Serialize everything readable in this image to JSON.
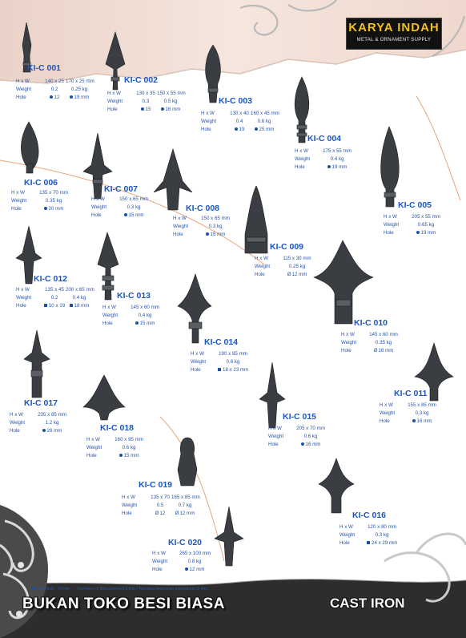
{
  "brand": {
    "name": "KARYA INDAH",
    "tagline": "METAL & ORNAMENT SUPPLY"
  },
  "labels": {
    "hw": "H x W",
    "weight": "Weight",
    "hole": "Hole"
  },
  "products": [
    {
      "code": "KI-C 001",
      "hw": [
        "140 x 25",
        "170 x 25 mm"
      ],
      "weight": [
        "0.2",
        "0.25 kg"
      ],
      "hole": [
        "12",
        "19 mm"
      ],
      "hole_type": "solid"
    },
    {
      "code": "KI-C 002",
      "hw": [
        "130 x 35",
        "150 x 55 mm"
      ],
      "weight": [
        "0.3",
        "0.5 kg"
      ],
      "hole": [
        "15",
        "16 mm"
      ],
      "hole_type": "solid"
    },
    {
      "code": "KI-C 003",
      "hw": [
        "130 x 40",
        "160 x 45 mm"
      ],
      "weight": [
        "0.4",
        "0.6 kg"
      ],
      "hole": [
        "19",
        "25 mm"
      ],
      "hole_type": "solid"
    },
    {
      "code": "KI-C 004",
      "hw": [
        "175 x 55 mm"
      ],
      "weight": [
        "0.4 kg"
      ],
      "hole": [
        "19 mm"
      ],
      "hole_type": "solid"
    },
    {
      "code": "KI-C 005",
      "hw": [
        "205 x 55 mm"
      ],
      "weight": [
        "0.65 kg"
      ],
      "hole": [
        "19 mm"
      ],
      "hole_type": "solid"
    },
    {
      "code": "KI-C 006",
      "hw": [
        "135 x 70 mm"
      ],
      "weight": [
        "0.35 kg"
      ],
      "hole": [
        "20 mm"
      ],
      "hole_type": "solid"
    },
    {
      "code": "KI-C 007",
      "hw": [
        "150 x 65 mm"
      ],
      "weight": [
        "0.3 kg"
      ],
      "hole": [
        "15 mm"
      ],
      "hole_type": "solid"
    },
    {
      "code": "KI-C 008",
      "hw": [
        "150 x 65 mm"
      ],
      "weight": [
        "0.3 kg"
      ],
      "hole": [
        "15 mm"
      ],
      "hole_type": "solid"
    },
    {
      "code": "KI-C 009",
      "hw": [
        "115 x 30 mm"
      ],
      "weight": [
        "0.25 kg"
      ],
      "hole": [
        "12 mm"
      ],
      "hole_type": "hollow"
    },
    {
      "code": "KI-C 010",
      "hw": [
        "145 x 60 mm"
      ],
      "weight": [
        "0.35 kg"
      ],
      "hole": [
        "16 mm"
      ],
      "hole_type": "hollow"
    },
    {
      "code": "KI-C 011",
      "hw": [
        "155 x 85 mm"
      ],
      "weight": [
        "0.3 kg"
      ],
      "hole": [
        "16 mm"
      ],
      "hole_type": "solid"
    },
    {
      "code": "KI-C 012",
      "hw": [
        "135 x 45",
        "200 x 65 mm"
      ],
      "weight": [
        "0.2",
        "0.4 kg"
      ],
      "hole": [
        "10 x 19",
        "18 mm"
      ],
      "hole_type": "square"
    },
    {
      "code": "KI-C 013",
      "hw": [
        "145 x 60 mm"
      ],
      "weight": [
        "0.4 kg"
      ],
      "hole": [
        "15 mm"
      ],
      "hole_type": "solid"
    },
    {
      "code": "KI-C 014",
      "hw": [
        "190 x 85 mm"
      ],
      "weight": [
        "0.6 kg"
      ],
      "hole": [
        "18 x 23 mm"
      ],
      "hole_type": "square"
    },
    {
      "code": "KI-C 015",
      "hw": [
        "205 x 70 mm"
      ],
      "weight": [
        "0.6 kg"
      ],
      "hole": [
        "16 mm"
      ],
      "hole_type": "solid"
    },
    {
      "code": "KI-C 016",
      "hw": [
        "120 x 80 mm"
      ],
      "weight": [
        "0.3 kg"
      ],
      "hole": [
        "24 x 29 mm"
      ],
      "hole_type": "square"
    },
    {
      "code": "KI-C 017",
      "hw": [
        "235 x 85 mm"
      ],
      "weight": [
        "1.2 kg"
      ],
      "hole": [
        "26 mm"
      ],
      "hole_type": "solid"
    },
    {
      "code": "KI-C 018",
      "hw": [
        "160 x 95 mm"
      ],
      "weight": [
        "0.6 kg"
      ],
      "hole": [
        "15 mm"
      ],
      "hole_type": "solid"
    },
    {
      "code": "KI-C 019",
      "hw": [
        "135 x 70",
        "165 x 85 mm"
      ],
      "weight": [
        "0.5",
        "0.7 kg"
      ],
      "hole": [
        "12",
        "12 mm"
      ],
      "hole_type": "hollow"
    },
    {
      "code": "KI-C 020",
      "hw": [
        "265 x 100 mm"
      ],
      "weight": [
        "0.8 kg"
      ],
      "hole": [
        "12 mm"
      ],
      "hole_type": "solid"
    }
  ],
  "legend": {
    "solid": "Solid hole",
    "hollow": "Hole",
    "tolerance": "Tolerance of Measurement 5 mm / Toleransi kesalahan pengukuran 5 mm"
  },
  "slogan": "BUKAN TOKO BESI BIASA",
  "material": "CAST IRON",
  "colors": {
    "code": "#1a55c4",
    "spec": "#2a55a8",
    "iron": "#3a3d42",
    "band": "#f2dfd6",
    "logo_text": "#f0c020"
  }
}
